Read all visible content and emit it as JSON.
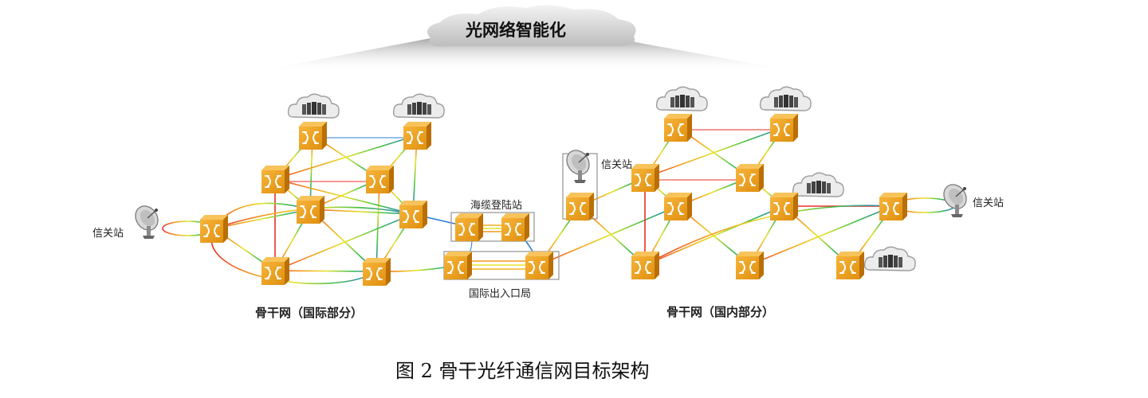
{
  "diagram": {
    "top_title": "光网络智能化",
    "labels": {
      "gateway_left": "信关站",
      "gateway_mid": "信关站",
      "gateway_right": "信关站",
      "submarine_landing": "海缆登陆站",
      "international_gateway": "国际出入口局",
      "backbone_international": "骨干网（国际部分）",
      "backbone_domestic": "骨干网（国内部分）"
    },
    "caption": "图 2  骨干光纤通信网目标架构",
    "colors": {
      "node_fill": "#f0a21e",
      "node_dark": "#c77a06",
      "cloud_fill": "#e4e4e4",
      "box_stroke": "#9a9a9a"
    },
    "icons": {
      "node": "optical-switch-icon",
      "cloud": "cloud-server-icon",
      "dish": "satellite-dish-icon"
    }
  }
}
